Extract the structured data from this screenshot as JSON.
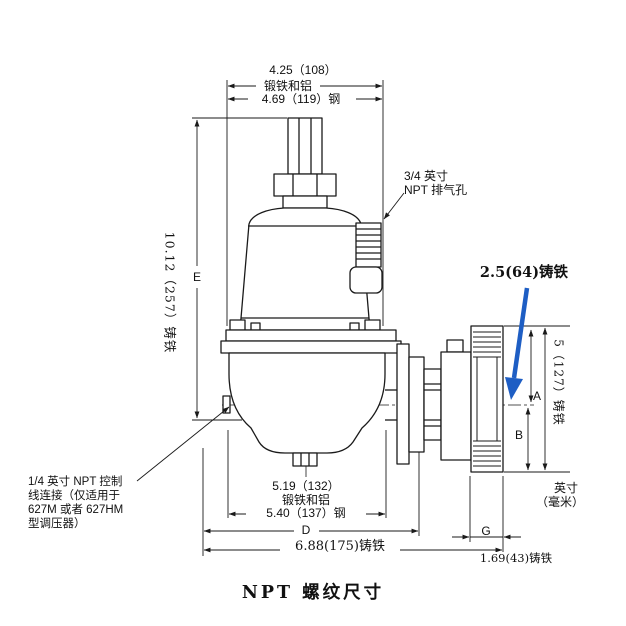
{
  "page": {
    "title": "NPT 螺纹尺寸"
  },
  "dims": {
    "top_value": "4.25（108）",
    "top_material": "锻铁和铝",
    "top_steel": "4.69（119）钢",
    "height_left": "10.12（257）铸铁",
    "e": "E",
    "vent_line1": "3/4 英寸",
    "vent_line2": "NPT 排气孔",
    "offset_right": "2.5(64)铸铁",
    "height_right": "5（127）铸铁",
    "a": "A",
    "b": "B",
    "ctrl_line1": "1/4 英寸 NPT 控制",
    "ctrl_line2": "线连接（仅适用于",
    "ctrl_line3": "627M 或者 627HM",
    "ctrl_line4": "型调压器）",
    "bottom_value": "5.19（132）",
    "bottom_material": "锻铁和铝",
    "bottom_steel": "5.40（137）钢",
    "d": "D",
    "total_width": "6.88(175)铸铁",
    "g": "G",
    "end_length": "1.69(43)铸铁",
    "units_line1": "英寸",
    "units_line2": "（毫米）"
  },
  "colors": {
    "ink": "#1a1a1a",
    "callout_blue": "#1e5ec4"
  }
}
